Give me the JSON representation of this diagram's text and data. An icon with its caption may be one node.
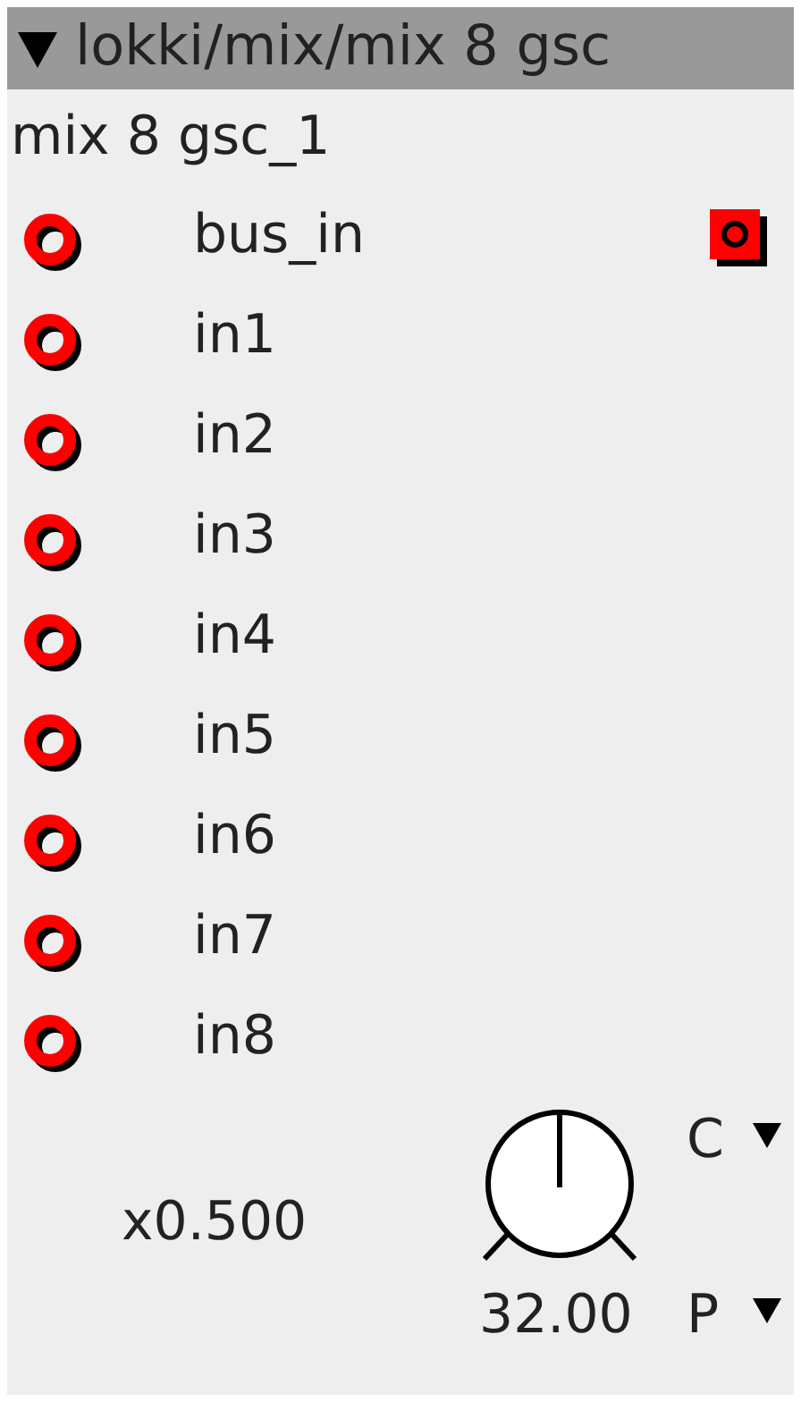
{
  "diagram": {
    "labels": [
      "lokki/mix/mix 8 gsc",
      "mix 8 gsc_1",
      "bus_in",
      "in1",
      "in2",
      "in3",
      "in4",
      "in5",
      "in6",
      "in7",
      "in8",
      "C",
      "x0.500",
      "32.00",
      "P"
    ]
  }
}
